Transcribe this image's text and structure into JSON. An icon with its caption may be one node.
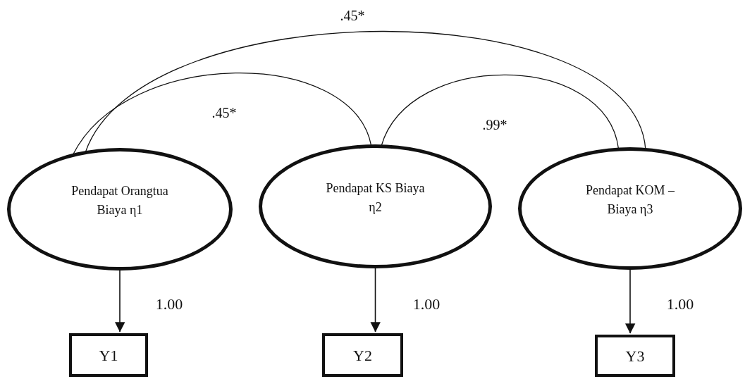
{
  "diagram": {
    "nodes": [
      {
        "text": [
          "Pendapat Orangtua Biaya η1"
        ]
      },
      {
        "text": [
          "Pendapat KS Biaya η2"
        ]
      },
      {
        "text": [
          "Pendapat KOM – Biaya η3"
        ]
      },
      {
        "text": [
          "Y1"
        ]
      },
      {
        "text": [
          "Y2"
        ]
      },
      {
        "text": [
          "Y3"
        ]
      }
    ],
    "edges": [
      {
        "from": 0,
        "to": 3,
        "arrow": "to",
        "label": "1.00"
      },
      {
        "from": 1,
        "to": 4,
        "arrow": "to",
        "label": "1.00"
      },
      {
        "from": 2,
        "to": 5,
        "arrow": "to",
        "label": "1.00"
      },
      {
        "from": 0,
        "to": 1,
        "arrow": "none",
        "label": ".45*"
      },
      {
        "from": 0,
        "to": 2,
        "arrow": "none",
        "label": ".45*"
      },
      {
        "from": 1,
        "to": 2,
        "arrow": "none",
        "label": ".99*"
      }
    ]
  }
}
